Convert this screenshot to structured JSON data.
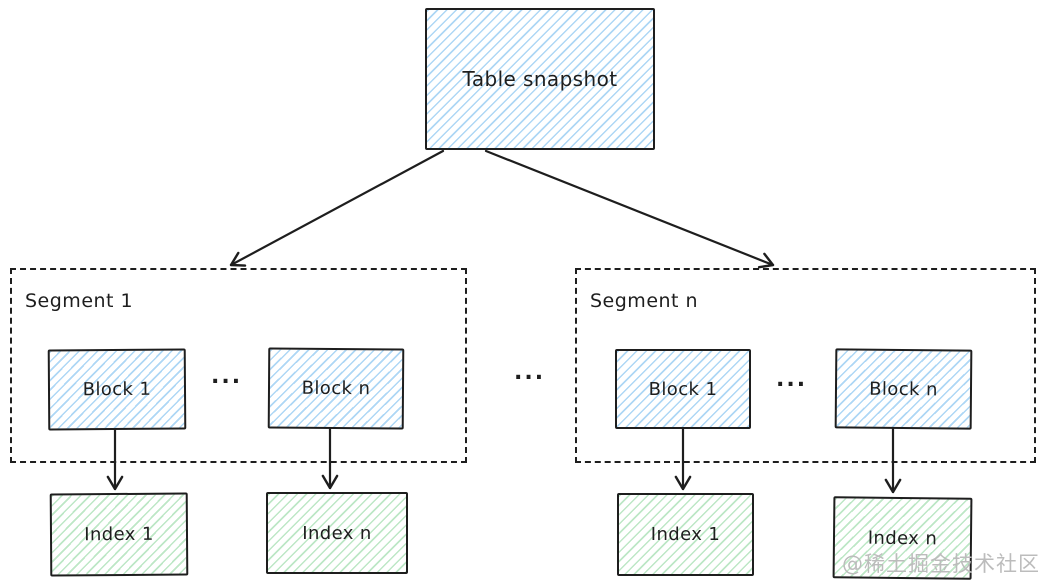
{
  "diagram": {
    "title_node": "Table snapshot",
    "ellipsis": "...",
    "segments": [
      {
        "label": "Segment 1",
        "blocks": [
          "Block 1",
          "Block n"
        ],
        "indexes": [
          "Index 1",
          "Index n"
        ]
      },
      {
        "label": "Segment n",
        "blocks": [
          "Block 1",
          "Block n"
        ],
        "indexes": [
          "Index 1",
          "Index n"
        ]
      }
    ],
    "watermark": "@稀土掘金技术社区",
    "colors": {
      "stroke": "#1e1e1e",
      "block_fill_hatch": "#aed7f5",
      "index_fill_hatch": "#bde7c6",
      "watermark_gray": "#bcbcbc"
    }
  }
}
